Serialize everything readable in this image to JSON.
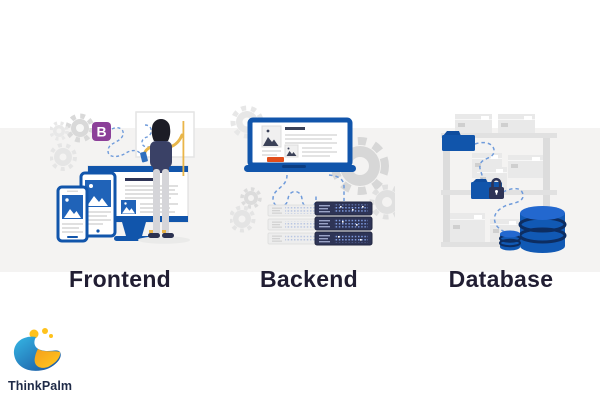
{
  "page": {
    "background": "#ffffff",
    "band_color": "#f4f3f2"
  },
  "sections": [
    {
      "id": "frontend",
      "label": "Frontend"
    },
    {
      "id": "backend",
      "label": "Backend"
    },
    {
      "id": "database",
      "label": "Database"
    }
  ],
  "badges": {
    "bootstrap": "B"
  },
  "branding": {
    "company": "ThinkPalm"
  },
  "icons": [
    "gear-icon",
    "bootstrap-icon",
    "monitor-icon",
    "tablet-icon",
    "phone-icon",
    "woman-figure",
    "dashed-flow-path",
    "laptop-icon",
    "server-rack-icon",
    "shelf-icon",
    "box-icon",
    "folder-icon",
    "lock-icon",
    "database-cylinder-icon",
    "thinkpalm-logo-mark",
    "photo-placeholder-icon"
  ],
  "colors": {
    "primary_blue": "#1155ab",
    "placeholder_blue": "#2063b8",
    "dark_navy": "#2e3456",
    "label_text": "#211e33",
    "bootstrap_purple": "#8c4099",
    "accent_orange": "#e24e1b",
    "illustration_gray": "#dcdcdc",
    "dashed_path_blue": "#6f9bdb",
    "logo_yellow": "#ffc21c",
    "logo_blue_light": "#35b7e5",
    "logo_blue_dark": "#1a4f9c"
  }
}
